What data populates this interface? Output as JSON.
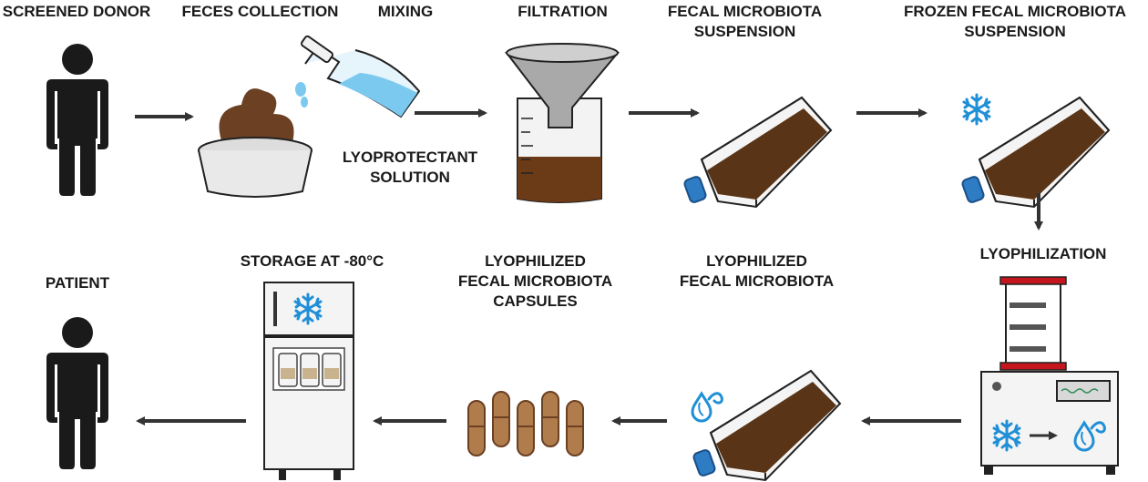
{
  "steps": {
    "screened_donor": "SCREENED DONOR",
    "feces_collection": "FECES COLLECTION",
    "mixing": "MIXING",
    "lyoprotectant": [
      "LYOPROTECTANT",
      "SOLUTION"
    ],
    "filtration": "FILTRATION",
    "suspension": [
      "FECAL MICROBIOTA",
      "SUSPENSION"
    ],
    "frozen_suspension": [
      "FROZEN FECAL MICROBIOTA",
      "SUSPENSION"
    ],
    "lyophilization": "LYOPHILIZATION",
    "lyophilized": [
      "LYOPHILIZED",
      "FECAL MICROBIOTA"
    ],
    "capsules": [
      "LYOPHILIZED",
      "FECAL MICROBIOTA",
      "CAPSULES"
    ],
    "storage": "STORAGE AT -80°C",
    "patient": "PATIENT"
  },
  "colors": {
    "text": "#1a1a1a",
    "figure": "#1a1a1a",
    "feces": "#6b4023",
    "suspension": "#5a3416",
    "capsule": "#b07c4c",
    "snowflake": "#1f8fd6",
    "cap": "#2d7cc4",
    "liquid": "#7cc9f0",
    "frame_red": "#c4161c"
  },
  "icons": [
    "person-icon",
    "feces-bowl-icon",
    "flask-icon",
    "beaker-funnel-icon",
    "culture-flask-icon",
    "snowflake-icon",
    "freeze-dryer-icon",
    "water-drop-icon",
    "capsule-icon",
    "freezer-icon"
  ]
}
